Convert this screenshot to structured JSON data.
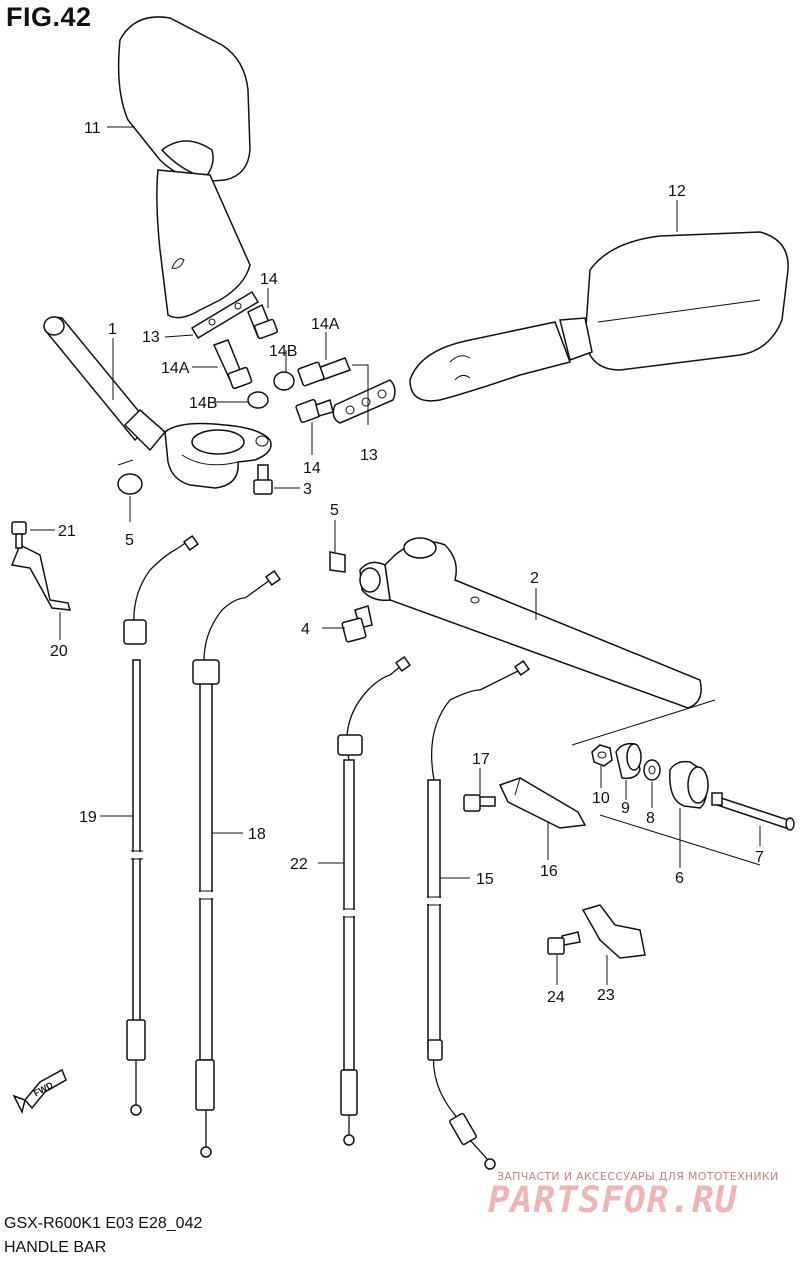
{
  "figure": {
    "title": "FIG.42",
    "model_code": "GSX-R600K1 E03 E28_042",
    "name": "HANDLE BAR",
    "direction_marker": "FWD"
  },
  "callouts": {
    "p1": "1",
    "p2": "2",
    "p3": "3",
    "p4": "4",
    "p5a": "5",
    "p5b": "5",
    "p6": "6",
    "p7": "7",
    "p8": "8",
    "p9": "9",
    "p10": "10",
    "p11": "11",
    "p12": "12",
    "p13a": "13",
    "p13b": "13",
    "p14a": "14",
    "p14b": "14",
    "p14Aa": "14A",
    "p14Ab": "14A",
    "p14Ba": "14B",
    "p14Bb": "14B",
    "p15": "15",
    "p16": "16",
    "p17": "17",
    "p18": "18",
    "p19": "19",
    "p20": "20",
    "p21": "21",
    "p22": "22",
    "p23": "23",
    "p24": "24"
  },
  "watermark": {
    "tagline": "ЗАПЧАСТИ И АКСЕССУАРЫ ДЛЯ МОТОТЕХНИКИ",
    "logo": "PARTSFOR.RU",
    "color": "#e07a7a"
  }
}
